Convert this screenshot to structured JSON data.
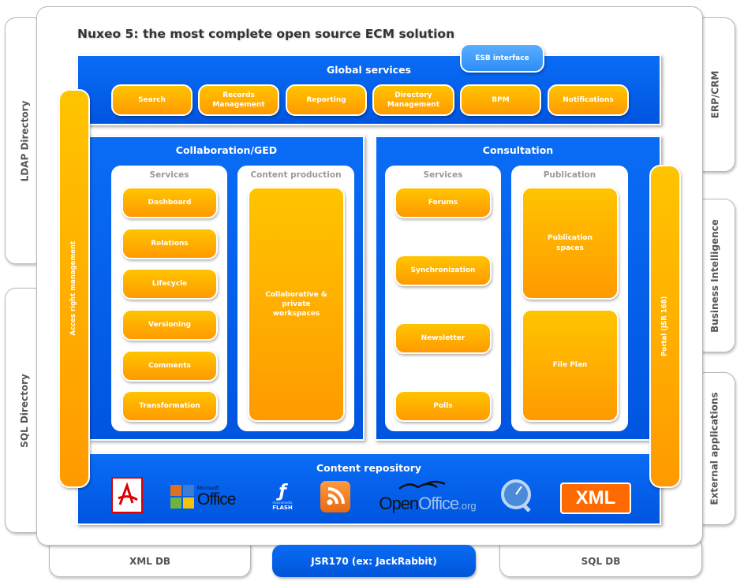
{
  "title": "Nuxeo 5: the most complete open source ECM solution",
  "left_tabs": [
    "LDAP Directory",
    "SQL Directory"
  ],
  "right_tabs": [
    "ERP/CRM",
    "Business Intelligence",
    "External applications"
  ],
  "bottom": [
    "XML DB",
    "JSR170 (ex: JackRabbit)",
    "SQL DB"
  ],
  "global": {
    "title": "Global services",
    "esb": "ESB interface",
    "items": [
      "Search",
      "Records Management",
      "Reporting",
      "Directory Management",
      "BPM",
      "Notifications"
    ]
  },
  "access_bar": "Acces right management",
  "portal_bar": "Portal (JSR 168)",
  "collab": {
    "title": "Collaboration/GED",
    "services_title": "Services",
    "services": [
      "Dashboard",
      "Relations",
      "Lifecycle",
      "Versioning",
      "Comments",
      "Transformation"
    ],
    "content_title": "Content production",
    "content_item": "Collaborative & private workspaces"
  },
  "consult": {
    "title": "Consultation",
    "services_title": "Services",
    "services": [
      "Forums",
      "Synchronization",
      "Newsletter",
      "Polls"
    ],
    "pub_title": "Publication",
    "pub_items": [
      "Publication spaces",
      "File Plan"
    ]
  },
  "repo": {
    "title": "Content repository",
    "logos": {
      "office_small": "Microsoft",
      "office": "Office",
      "flash_small": "macromedia",
      "flash": "FLASH",
      "openoffice_a": "Open",
      "openoffice_b": "Office",
      "openoffice_c": ".org",
      "xml": "XML"
    }
  }
}
